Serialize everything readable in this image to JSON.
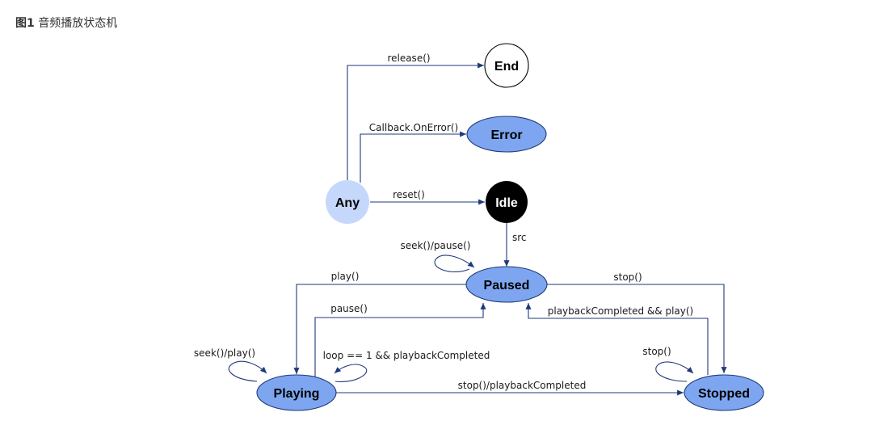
{
  "caption": {
    "number": "图1",
    "text": "音频播放状态机"
  },
  "colors": {
    "state_fill": "#7ea6f0",
    "state_stroke": "#1f3a7a",
    "any_fill": "#c5d8fb",
    "idle_fill": "#000000",
    "edge": "#1f3a7a",
    "end_fill": "#ffffff"
  },
  "states": {
    "end": "End",
    "error": "Error",
    "any": "Any",
    "idle": "Idle",
    "paused": "Paused",
    "playing": "Playing",
    "stopped": "Stopped"
  },
  "transitions": {
    "release": "release()",
    "on_error": "Callback.OnError()",
    "reset": "reset()",
    "src": "src",
    "seek_pause": "seek()/pause()",
    "play": "play()",
    "stop_paused": "stop()",
    "pause": "pause()",
    "playback_completed_play": "playbackCompleted && play()",
    "seek_play": "seek()/play()",
    "loop_completed": "loop == 1 && playbackCompleted",
    "stop_self": "stop()",
    "stop_completed": "stop()/playbackCompleted"
  }
}
